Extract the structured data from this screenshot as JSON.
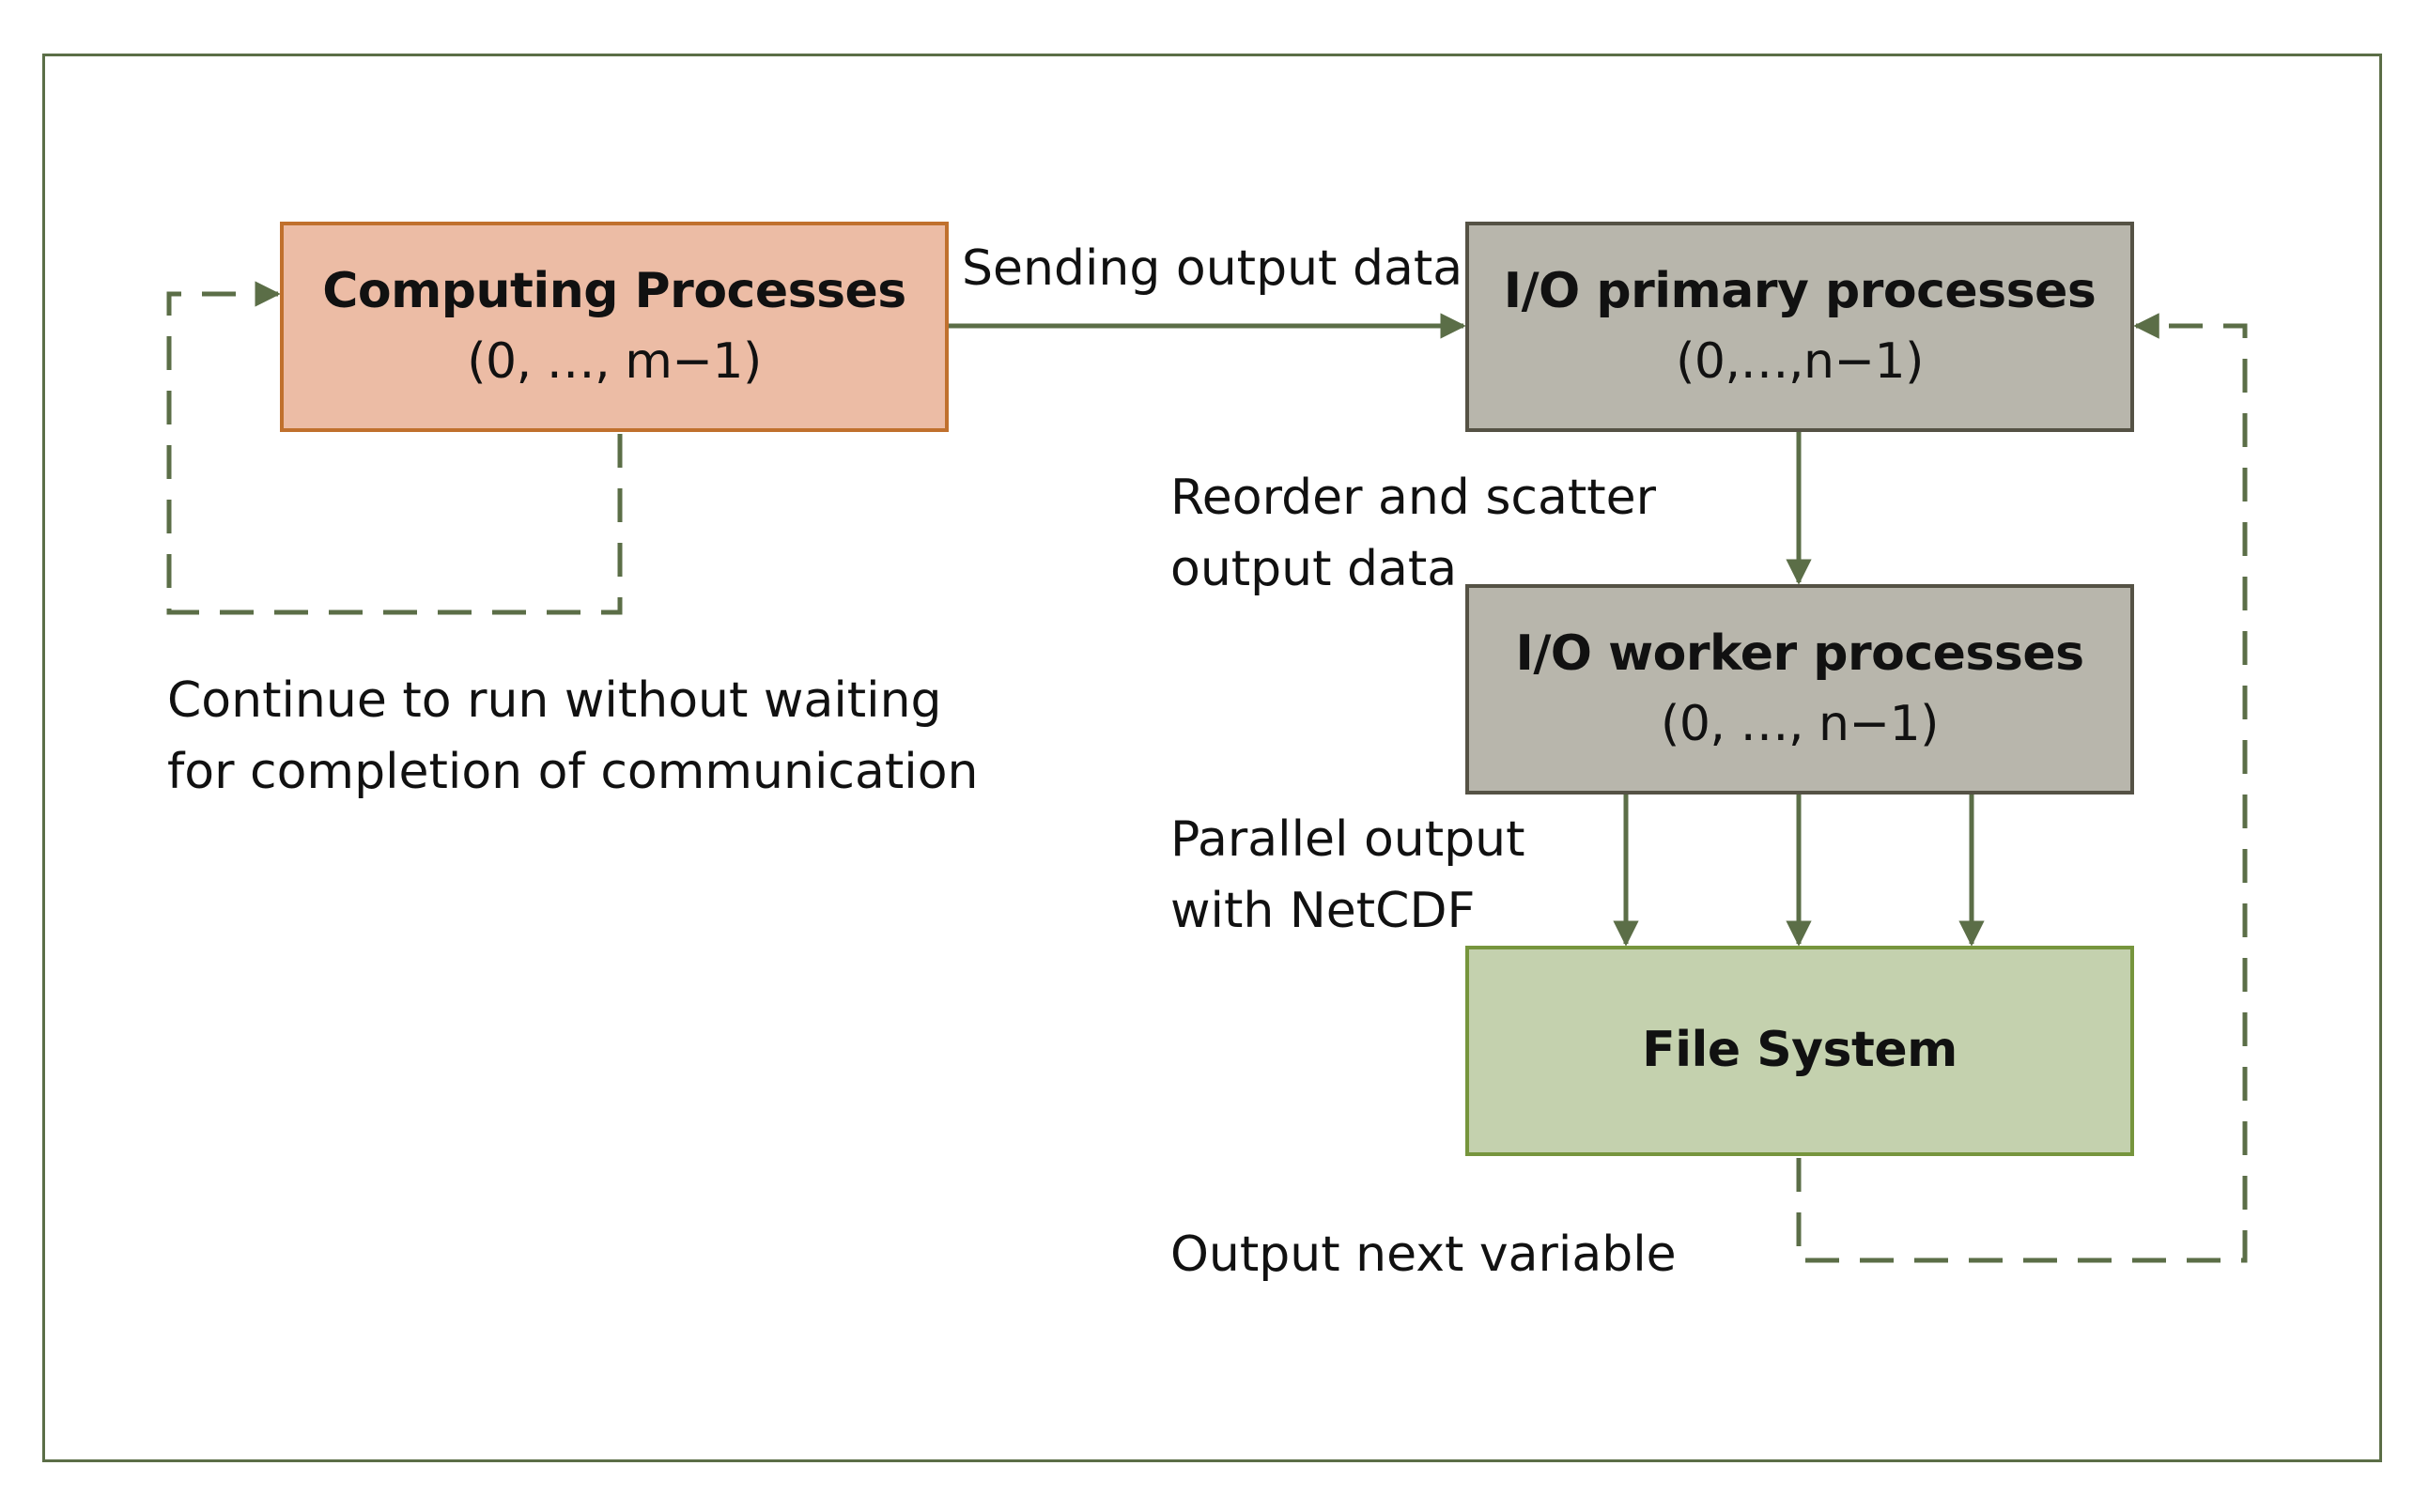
{
  "boxes": {
    "computing": {
      "title": "Computing Processes",
      "range": "(0, …, m−1)"
    },
    "primary": {
      "title": "I/O primary processes",
      "range": "(0,…,n−1)"
    },
    "worker": {
      "title": "I/O worker processes",
      "range": "(0, …, n−1)"
    },
    "filesystem": {
      "title": "File System"
    }
  },
  "labels": {
    "sending": "Sending output data",
    "reorder": [
      "Reorder and scatter",
      "output data"
    ],
    "parallel": [
      "Parallel output",
      "with NetCDF"
    ],
    "next": "Output next variable",
    "continue": [
      "Continue to run without waiting",
      "for completion of communication"
    ]
  },
  "colors": {
    "arrow": "#5b6e47",
    "computing_fill": "#ecbca5",
    "computing_border": "#c0702d",
    "io_fill": "#b8b6ac",
    "io_border": "#555245",
    "fs_fill": "#c4d1ae",
    "fs_border": "#76953d"
  }
}
